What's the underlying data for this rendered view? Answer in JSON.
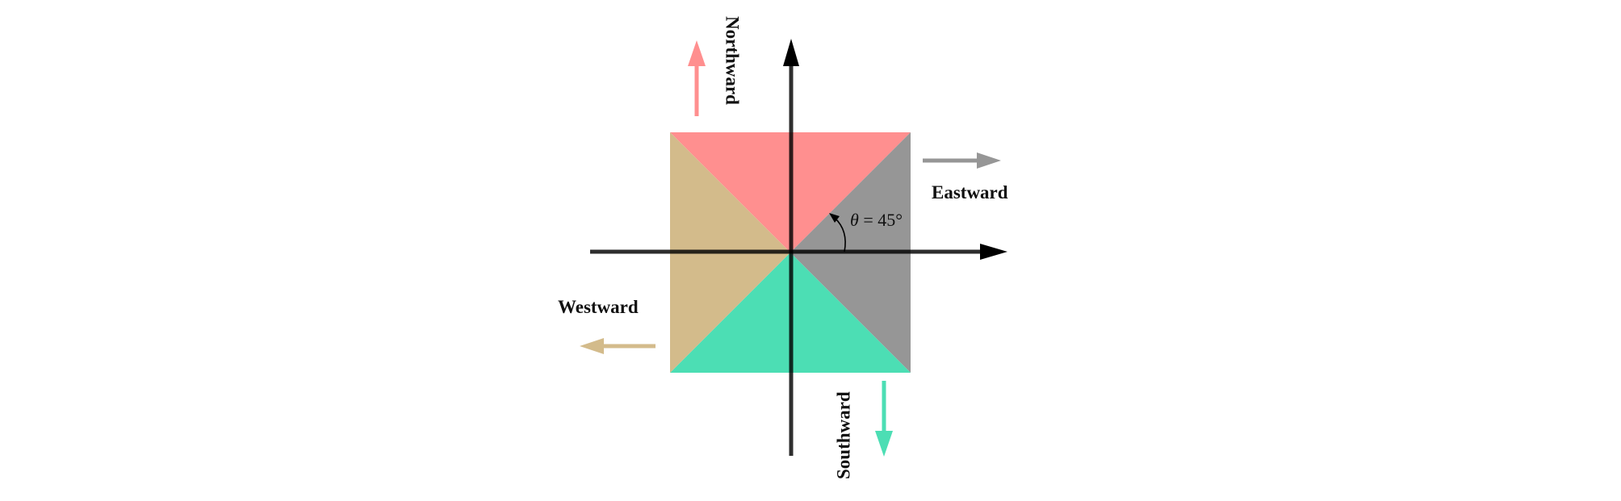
{
  "diagram": {
    "labels": {
      "north": "Northward",
      "east": "Eastward",
      "south": "Southward",
      "west": "Westward"
    },
    "angle": {
      "symbol": "θ",
      "text": " = 45°"
    }
  },
  "colors": {
    "north": "#ff8f8f",
    "east": "#969696",
    "south": "#4cdeb4",
    "west": "#d3bb8b",
    "axis": "#000000"
  }
}
